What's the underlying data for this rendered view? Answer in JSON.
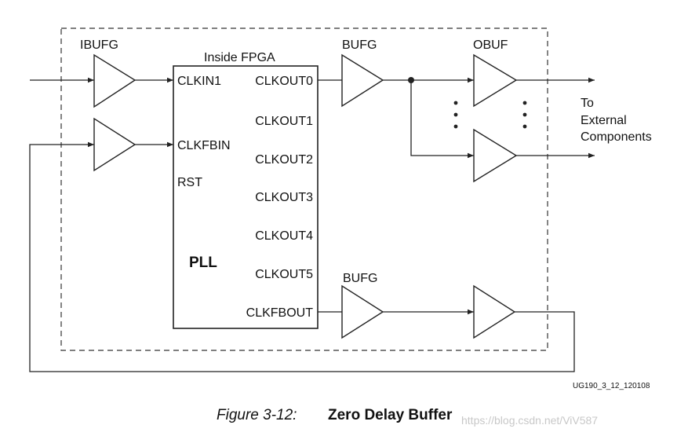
{
  "labels": {
    "ibufg": "IBUFG",
    "inside_fpga": "Inside FPGA",
    "bufg_top": "BUFG",
    "obuf": "OBUF",
    "bufg_bottom": "BUFG",
    "pll": "PLL",
    "external_line1": "To",
    "external_line2": "External",
    "external_line3": "Components"
  },
  "pll_pins": {
    "inputs": [
      "CLKIN1",
      "CLKFBIN",
      "RST"
    ],
    "outputs": [
      "CLKOUT0",
      "CLKOUT1",
      "CLKOUT2",
      "CLKOUT3",
      "CLKOUT4",
      "CLKOUT5",
      "CLKFBOUT"
    ]
  },
  "doc_id": "UG190_3_12_120108",
  "caption": {
    "number": "Figure 3-12:",
    "title": "Zero Delay Buffer"
  },
  "watermark": "https://blog.csdn.net/ViV587",
  "colors": {
    "line": "#222222",
    "background": "#ffffff",
    "watermark": "#c8c8c8"
  }
}
